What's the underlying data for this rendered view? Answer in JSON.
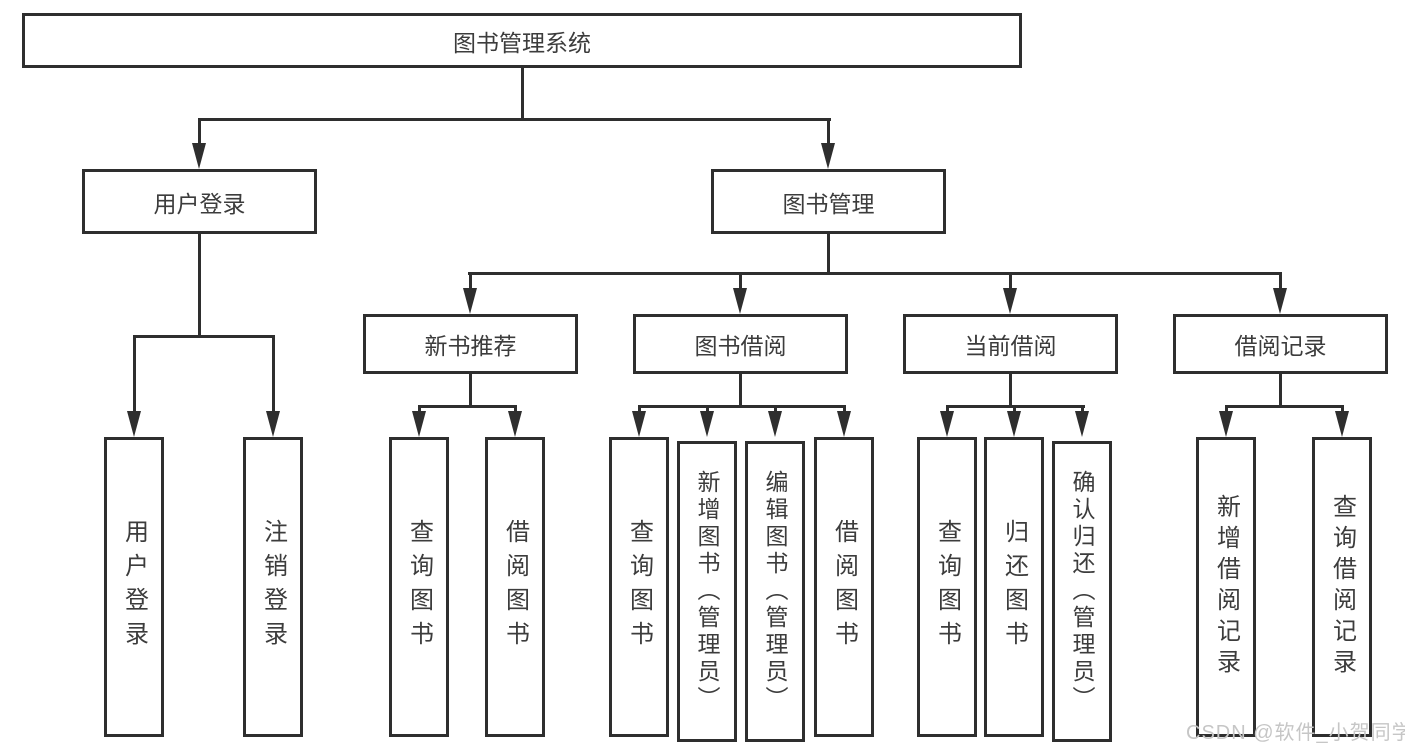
{
  "tree": {
    "root": "图书管理系统",
    "branches": [
      {
        "label": "用户登录",
        "leaves": [
          "用户登录",
          "注销登录"
        ]
      },
      {
        "label": "图书管理",
        "sections": [
          {
            "label": "新书推荐",
            "leaves": [
              "查询图书",
              "借阅图书"
            ]
          },
          {
            "label": "图书借阅",
            "leaves": [
              "查询图书",
              "新增图书（管理员）",
              "编辑图书（管理员）",
              "借阅图书"
            ]
          },
          {
            "label": "当前借阅",
            "leaves": [
              "查询图书",
              "归还图书",
              "确认归还（管理员）"
            ]
          },
          {
            "label": "借阅记录",
            "leaves": [
              "新增借阅记录",
              "查询借阅记录"
            ]
          }
        ]
      }
    ]
  },
  "watermark": "CSDN @软件_小贺同学",
  "colors": {
    "line": "#2e2e2e",
    "node_text": "#3c3c3c",
    "watermark_text": "#c6c6c6",
    "background": "#ffffff"
  }
}
